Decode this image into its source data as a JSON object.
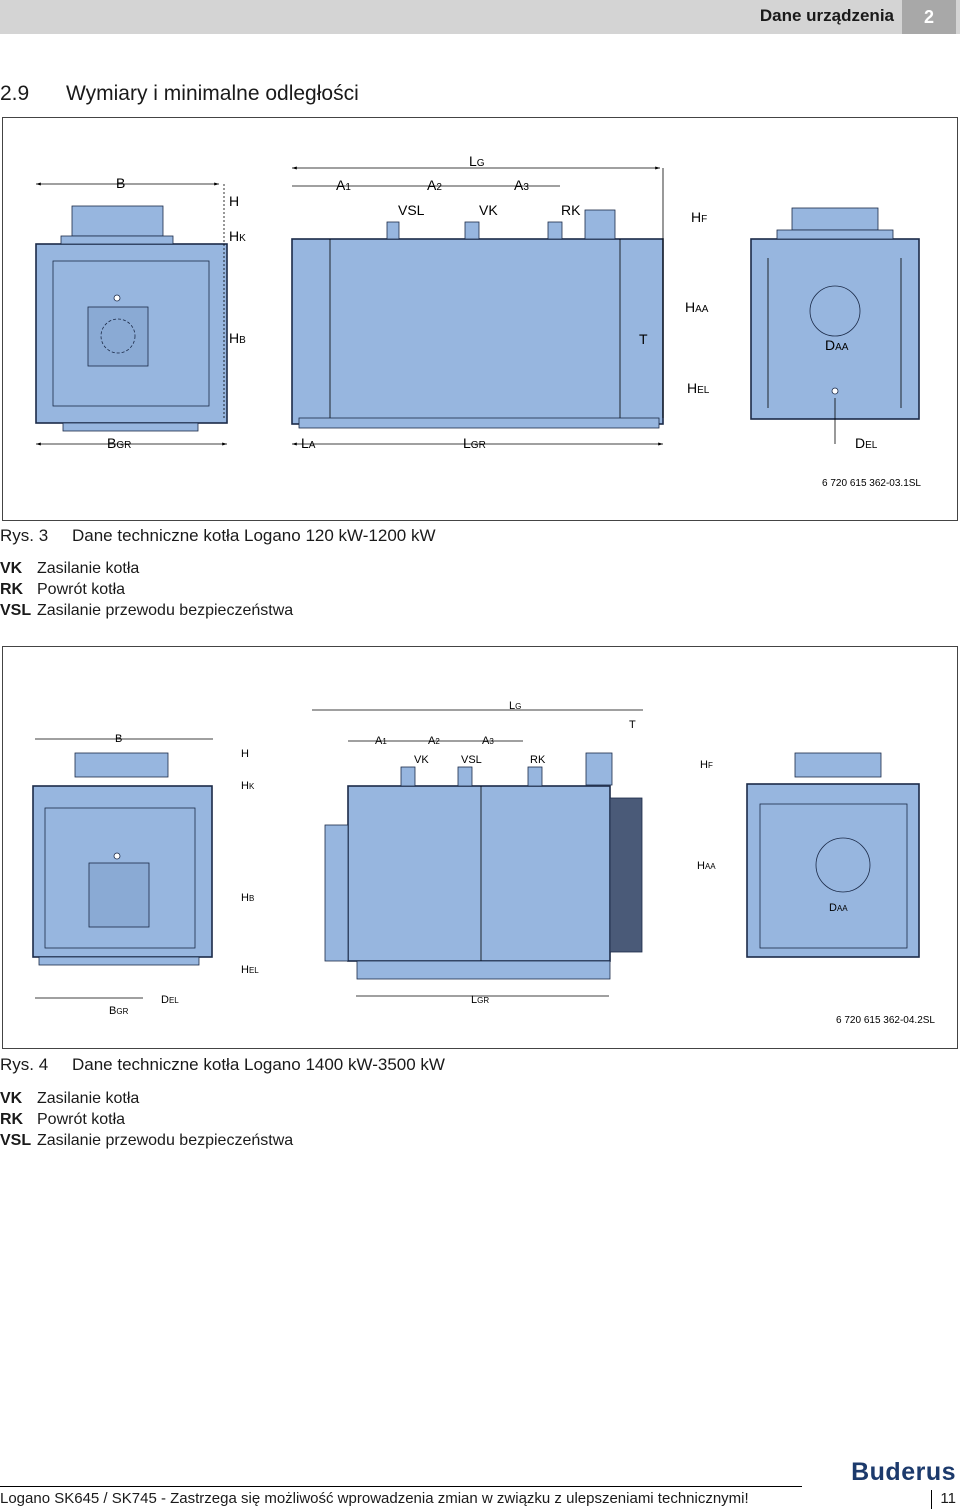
{
  "header": {
    "title": "Dane urządzenia",
    "chapter": "2"
  },
  "section": {
    "number": "2.9",
    "title": "Wymiary i minimalne odległości"
  },
  "figure1": {
    "code": "6 720 615 362-03.1SL",
    "caption_num": "Rys. 3",
    "caption_text": "Dane techniczne kotła Logano 120 kW-1200 kW",
    "legend": [
      {
        "abbr": "VK",
        "text": "Zasilanie kotła"
      },
      {
        "abbr": "RK",
        "text": "Powrót kotła"
      },
      {
        "abbr": "VSL",
        "text": "Zasilanie przewodu bezpieczeństwa"
      }
    ]
  },
  "figure2": {
    "code": "6 720 615 362-04.2SL",
    "caption_num": "Rys. 4",
    "caption_text": "Dane techniczne kotła Logano 1400 kW-3500 kW",
    "legend": [
      {
        "abbr": "VK",
        "text": "Zasilanie kotła"
      },
      {
        "abbr": "RK",
        "text": "Powrót kotła"
      },
      {
        "abbr": "VSL",
        "text": "Zasilanie przewodu bezpieczeństwa"
      }
    ]
  },
  "colors": {
    "boiler": "#97b6df",
    "outline": "#1b2a48",
    "header_bar": "#d4d4d4",
    "chapter_box": "#a8a8a8",
    "brand": "#1c3a6c"
  },
  "footer": {
    "text": "Logano SK645 / SK745 - Zastrzega się możliwość wprowadzenia zmian w związku z ulepszeniami technicznymi!",
    "page": "11",
    "brand": "Buderus"
  }
}
